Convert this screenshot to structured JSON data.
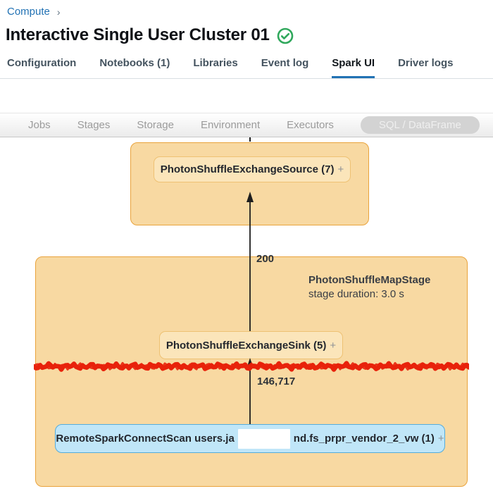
{
  "breadcrumb": {
    "label": "Compute",
    "separator": "›"
  },
  "page": {
    "title": "Interactive Single User Cluster 01",
    "status": "running"
  },
  "tabs": {
    "items": [
      "Configuration",
      "Notebooks (1)",
      "Libraries",
      "Event log",
      "Spark UI",
      "Driver logs"
    ],
    "active": "Spark UI"
  },
  "spark_nav": {
    "items": [
      "Jobs",
      "Stages",
      "Storage",
      "Environment",
      "Executors",
      "SQL / DataFrame"
    ],
    "selected": "SQL / DataFrame"
  },
  "dag": {
    "source_node": {
      "label": "PhotonShuffleExchangeSource (7)",
      "expand": "+"
    },
    "map_stage": {
      "title": "PhotonShuffleMapStage",
      "duration": "stage duration: 3.0 s"
    },
    "sink_node": {
      "label": "PhotonShuffleExchangeSink (5)",
      "expand": "+"
    },
    "scan_node": {
      "label_prefix": "RemoteSparkConnectScan users.ja",
      "redacted": true,
      "label_suffix": "nd.fs_prpr_vendor_2_vw (1)",
      "expand": "+"
    },
    "edges": [
      {
        "label": "200"
      },
      {
        "label": "146,717"
      }
    ]
  },
  "colors": {
    "accent_blue": "#2272b4",
    "status_green": "#30a85c",
    "stage_fill": "#f8d9a2",
    "stage_border": "#e9a33c",
    "node_fill": "#fbe5ba",
    "node_border": "#eec173",
    "scan_fill": "#c0e6f8",
    "scan_border": "#55acdb",
    "marker_red": "#e8220b",
    "arrow_black": "#1e1e1e"
  }
}
